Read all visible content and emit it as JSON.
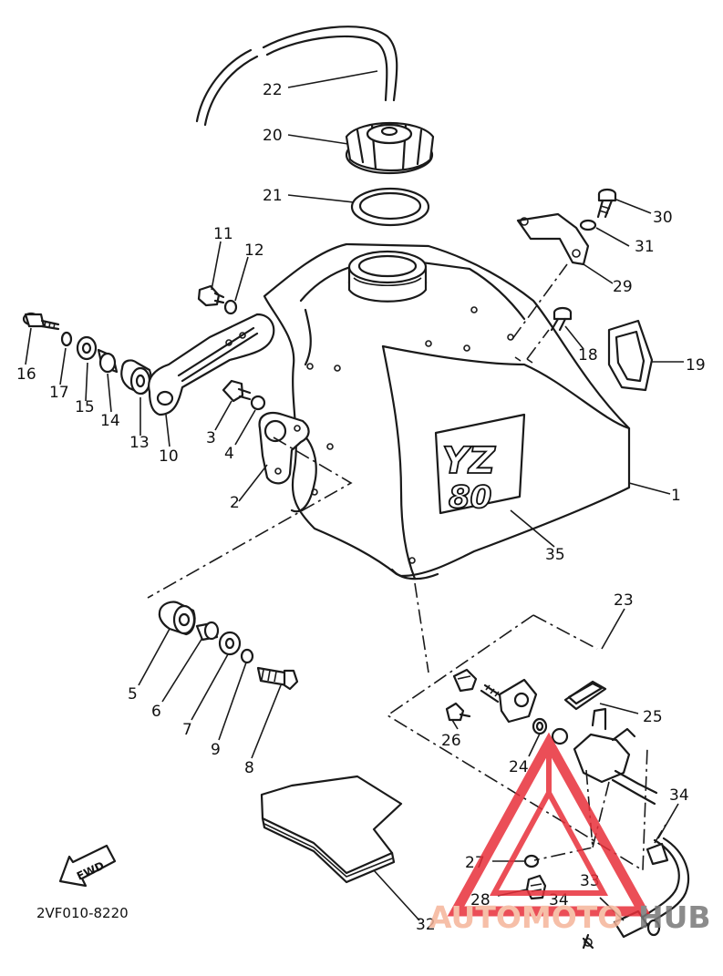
{
  "diagram_code": "2VF010-8220",
  "fwd_label": "FWD",
  "tank_logo": {
    "line1": "YZ",
    "line2": "80"
  },
  "watermark": {
    "part1": "AUTOMOTO",
    "part2": "HUB",
    "color1": "#f5b49a",
    "color2": "#777777",
    "logo_color": "#e8303a"
  },
  "callouts": [
    "1",
    "2",
    "3",
    "4",
    "5",
    "6",
    "7",
    "8",
    "9",
    "10",
    "11",
    "12",
    "13",
    "14",
    "15",
    "16",
    "17",
    "18",
    "19",
    "20",
    "21",
    "22",
    "23",
    "24",
    "25",
    "26",
    "27",
    "28",
    "29",
    "30",
    "31",
    "32",
    "33",
    "34",
    "34",
    "35"
  ]
}
